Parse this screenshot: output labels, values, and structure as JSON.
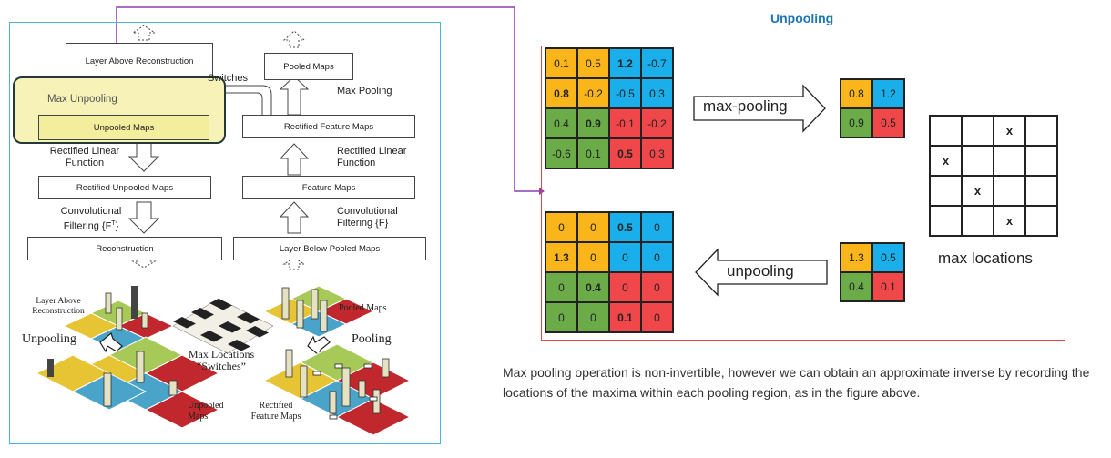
{
  "title": "Unpooling",
  "caption": "Max pooling operation is non-invertible, however we can obtain an approximate inverse by recording the locations of the maxima within each pooling region, as in the figure above.",
  "left": {
    "boxes": {
      "layer_above": "Layer Above Reconstruction",
      "unpooled_maps": "Unpooled Maps",
      "rect_unpooled": "Rectified Unpooled Maps",
      "reconstruction": "Reconstruction",
      "pooled_maps": "Pooled Maps",
      "rect_feature": "Rectified Feature Maps",
      "feature_maps": "Feature Maps",
      "layer_below": "Layer Below Pooled Maps"
    },
    "labels": {
      "max_unpooling": "Max Unpooling",
      "switches": "Switches",
      "max_pooling": "Max Pooling",
      "relu_left": "Rectified Linear Function",
      "relu_right": "Rectified Linear Function",
      "conv_left": "Convolutional Filtering {F",
      "conv_left_sup": "T",
      "conv_left_end": "}",
      "conv_right": "Convolutional Filtering {F}"
    },
    "bottom": {
      "layer_above": "Layer Above Reconstruction",
      "unpooling": "Unpooling",
      "max_locations": "Max Locations",
      "switches": "“Switches”",
      "pooled_maps": "Pooled Maps",
      "pooling": "Pooling",
      "unpooled_maps": "Unpooled Maps",
      "rectified_feature_maps": "Rectified Feature Maps"
    }
  },
  "right": {
    "input_grid": [
      [
        "0.1",
        "0.5",
        "1.2",
        "-0.7"
      ],
      [
        "0.8",
        "-0.2",
        "-0.5",
        "0.3"
      ],
      [
        "0.4",
        "0.9",
        "-0.1",
        "-0.2"
      ],
      [
        "-0.6",
        "0.1",
        "0.5",
        "0.3"
      ]
    ],
    "pooled_grid": [
      [
        "0.8",
        "1.2"
      ],
      [
        "0.9",
        "0.5"
      ]
    ],
    "max_pooling_label": "max-pooling",
    "max_locations_label": "max locations",
    "max_locations_marks": [
      [
        "",
        "",
        "x",
        ""
      ],
      [
        "x",
        "",
        "",
        ""
      ],
      [
        "",
        "x",
        "",
        ""
      ],
      [
        "",
        "",
        "x",
        ""
      ]
    ],
    "to_unpool_grid": [
      [
        "1.3",
        "0.5"
      ],
      [
        "0.4",
        "0.1"
      ]
    ],
    "unpooling_label": "unpooling",
    "output_grid": [
      [
        "0",
        "0",
        "0.5",
        "0"
      ],
      [
        "1.3",
        "0",
        "0",
        "0"
      ],
      [
        "0",
        "0.4",
        "0",
        "0"
      ],
      [
        "0",
        "0",
        "0.1",
        "0"
      ]
    ]
  },
  "colors": {
    "yellow": "#f9b51a",
    "blue": "#1aaeea",
    "green": "#6bab48",
    "red": "#f0474a",
    "connector": "#8b3fb0",
    "title": "#1e74b5"
  }
}
